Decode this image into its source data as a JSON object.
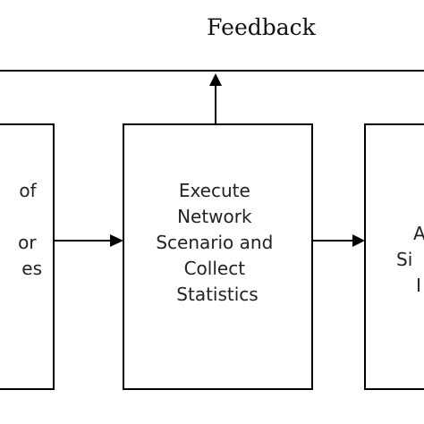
{
  "feedback": {
    "label": "Feedback"
  },
  "boxes": {
    "left": {
      "lines": [
        "of",
        "",
        "or",
        "es"
      ]
    },
    "center": {
      "lines": [
        "Execute",
        "Network",
        "Scenario and",
        "Collect",
        "Statistics"
      ]
    },
    "right": {
      "lines": [
        "A",
        "Si",
        "I"
      ]
    }
  }
}
